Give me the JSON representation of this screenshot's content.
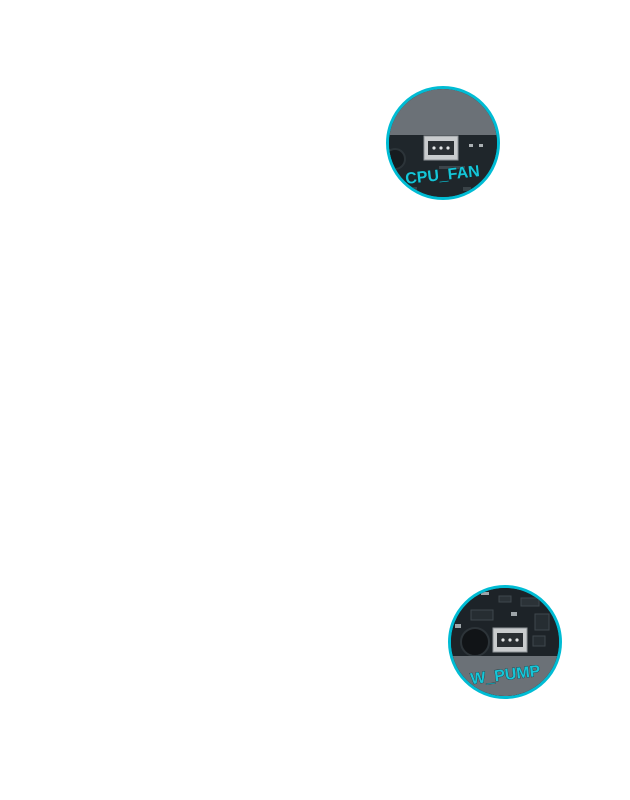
{
  "callouts": [
    {
      "id": "cpu",
      "header_label": "CPU_FAN"
    },
    {
      "id": "pump",
      "header_label": "W_PUMP"
    }
  ],
  "colors": {
    "ring": "#00bcd4",
    "label": "#16c6d8",
    "board": "#1d2328",
    "case_panel": "#6b7177"
  }
}
